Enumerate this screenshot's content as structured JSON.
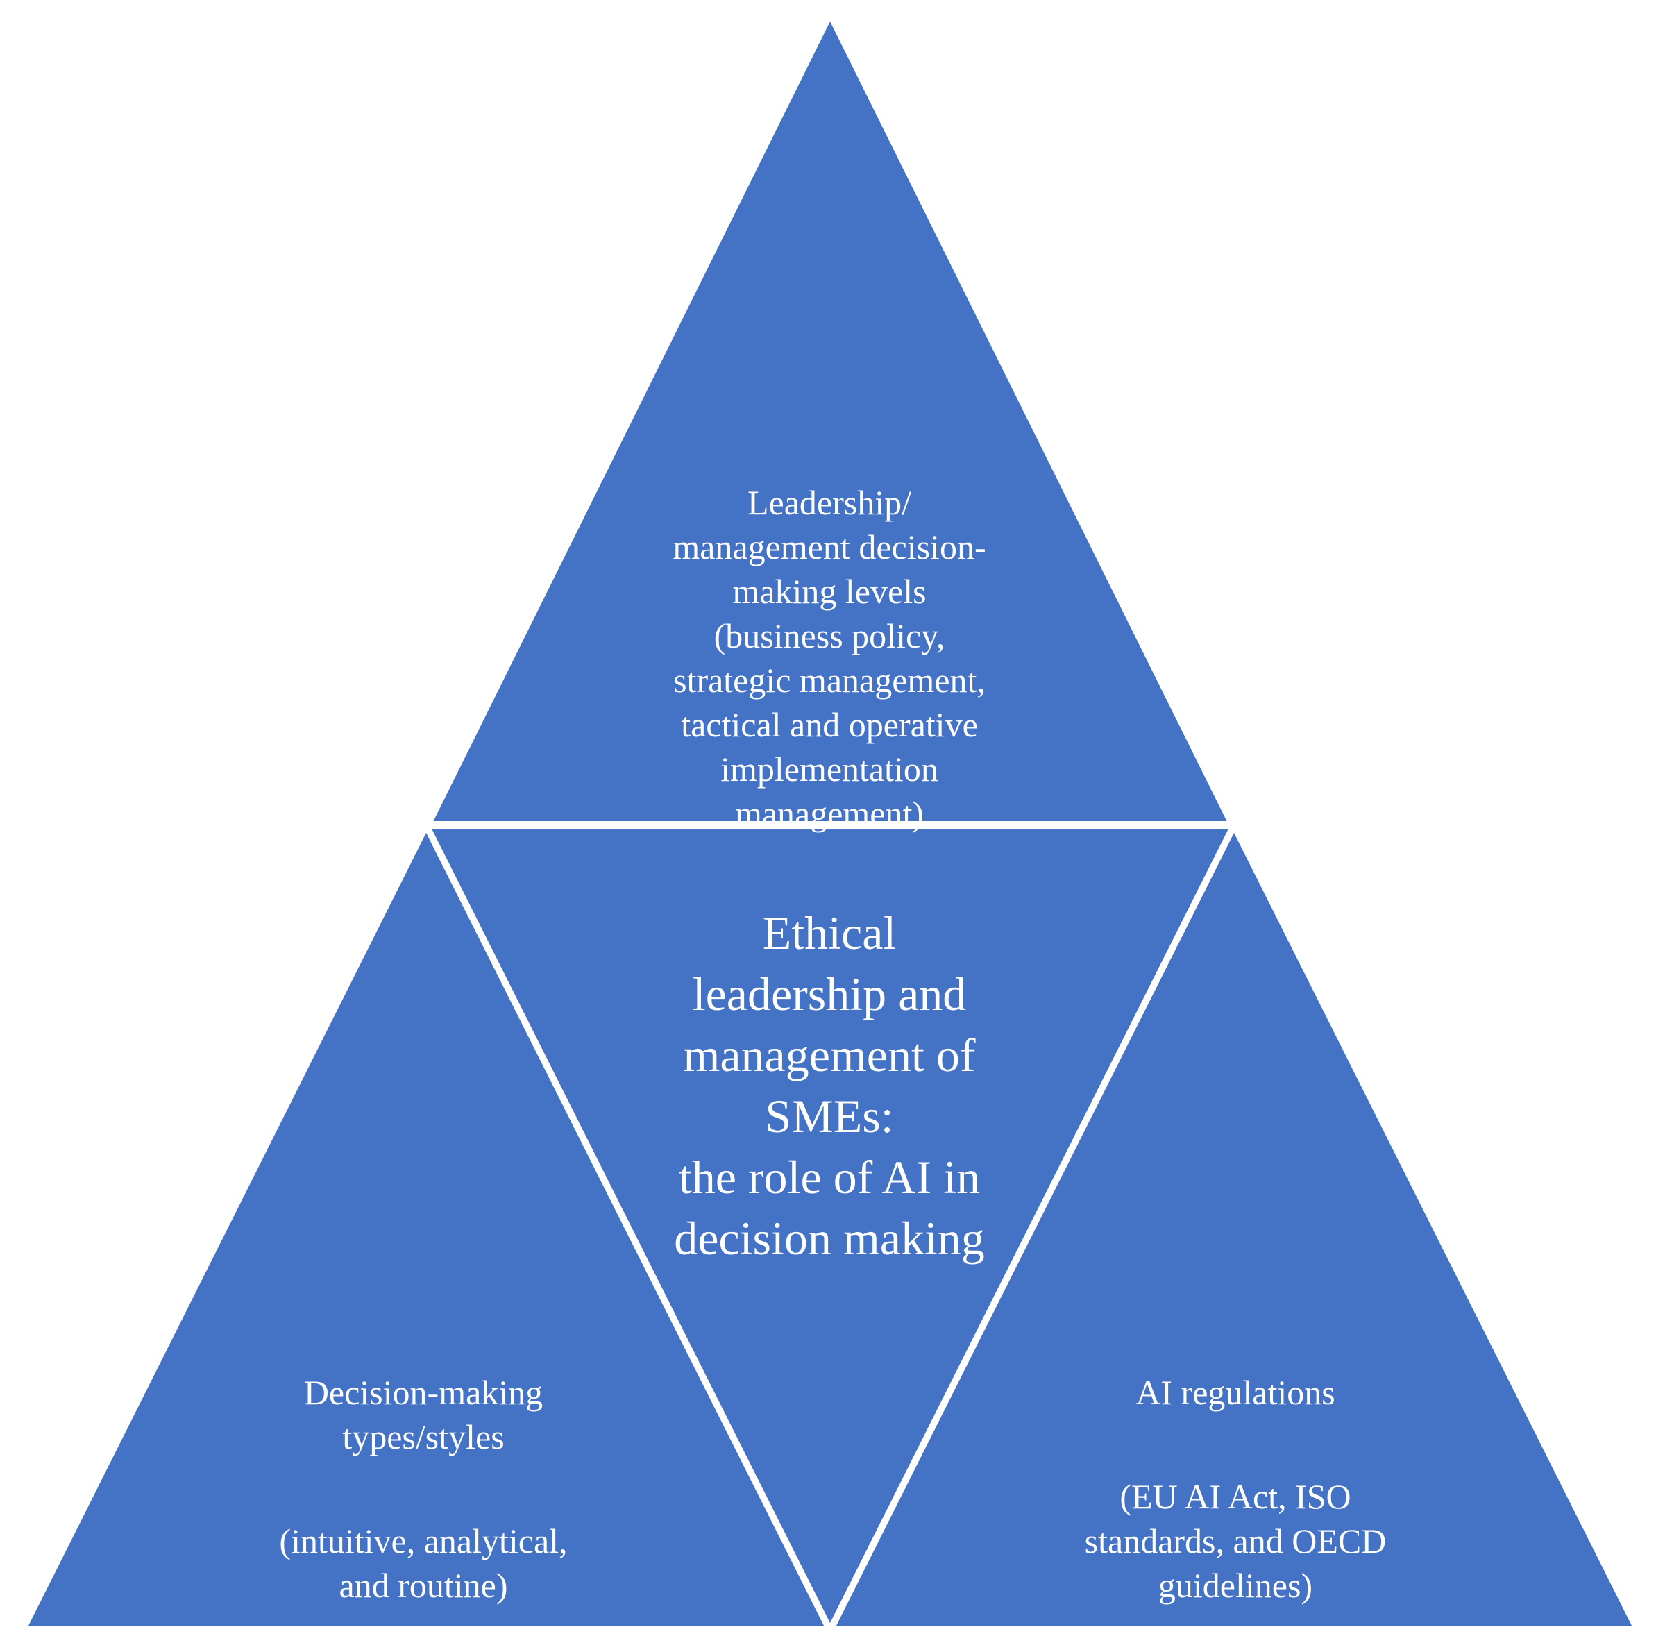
{
  "colors": {
    "triangle_fill": "#4472C4",
    "stroke": "#FFFFFF",
    "text": "#FFFFFF",
    "background": "#FFFFFF"
  },
  "top_triangle": {
    "text": "Leadership/\nmanagement decision-\nmaking levels\n(business policy,\nstrategic management,\ntactical and operative\nimplementation\nmanagement)"
  },
  "center_triangle": {
    "text": "Ethical\nleadership and\nmanagement of\nSMEs:\nthe role of AI in\ndecision making"
  },
  "left_triangle": {
    "title": "Decision-making\ntypes/styles",
    "detail": "(intuitive, analytical,\nand routine)"
  },
  "right_triangle": {
    "title": "AI regulations",
    "detail": "(EU AI Act, ISO\nstandards, and OECD\nguidelines)"
  }
}
